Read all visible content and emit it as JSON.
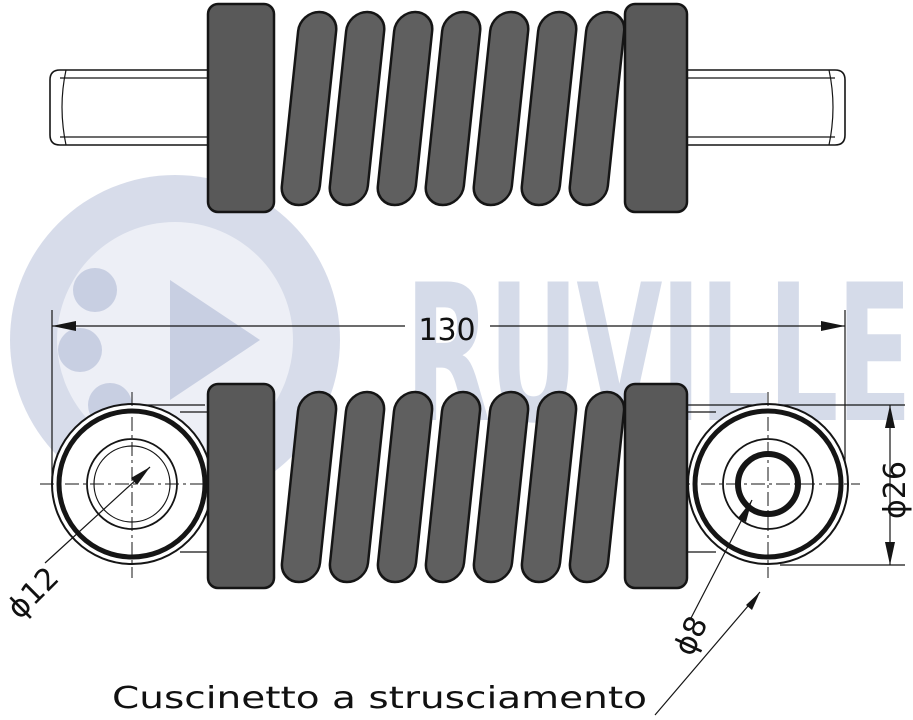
{
  "watermark": {
    "brand": "RUVILLE",
    "color": "#1f3f8a"
  },
  "dimensions": {
    "length": "130",
    "outer_diameter": "26",
    "left_bore": "12",
    "right_bore": "8",
    "diameter_symbol": "ϕ"
  },
  "caption": "Cuscinetto a strusciamento",
  "colors": {
    "spring_fill": "#5f5f5f",
    "line": "#151515"
  }
}
